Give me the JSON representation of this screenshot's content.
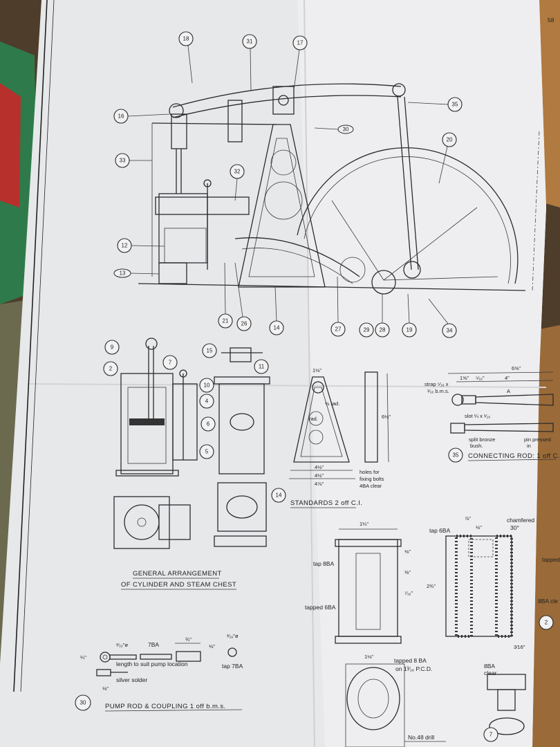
{
  "page_number": "58",
  "balloons": {
    "b18": "18",
    "b31": "31",
    "b17": "17",
    "b35": "35",
    "b16": "16",
    "b30": "30",
    "b20": "20",
    "b33": "33",
    "b32": "32",
    "b12": "12",
    "b13": "13",
    "b21": "21",
    "b26": "26",
    "b14": "14",
    "b27": "27",
    "b29": "29",
    "b28": "28",
    "b19": "19",
    "b34": "34",
    "d9": "9",
    "d7": "7",
    "d2": "2",
    "d15": "15",
    "d11": "11",
    "d10": "10",
    "d4": "4",
    "d6": "6",
    "d5": "5",
    "d14": "14",
    "d35": "35",
    "d30": "30",
    "d7b": "7",
    "d2b": "2"
  },
  "captions": {
    "general_arrangement_1": "GENERAL ARRANGEMENT",
    "general_arrangement_2": "OF CYLINDER AND STEAM CHEST",
    "standards": "STANDARDS  2 off  C.I.",
    "connecting_rod": "CONNECTING ROD:  1 off  C.I.",
    "pump_rod": "PUMP ROD & COUPLING   1 off  b.m.s."
  },
  "notes": {
    "holes_1": "holes for",
    "holes_2": "fixing bolts",
    "holes_3": "4BA clear",
    "rad_1": "½ rad.",
    "rad_2": "rad.",
    "strap_1": "strap ⁵⁄₁₆ x",
    "strap_2": "¹⁄₁₆ b.m.s.",
    "slot": "slot ¼ x ¹⁄₁₆",
    "bush_1": "split bronze",
    "bush_2": "bush.",
    "pin_1": "pin pressed",
    "pin_2": "in",
    "tap8ba": "tap 8BA",
    "tapped6ba": "tapped 6BA",
    "tapped8ba_1": "tapped 8 BA",
    "tapped8ba_2": "on 1³⁄₁₆ P.C.D.",
    "drill": "No.48 drill",
    "tap6ba": "tap 6BA",
    "chamfered_1": "chamfered",
    "chamfered_2": "30°",
    "clear8ba_1": "8BA",
    "clear8ba_2": "clear",
    "clear8ba_right": "8BA cle",
    "tapped_right": "tapped",
    "length": "length to suit pump location",
    "ba7": "7BA",
    "tap7ba": "tap 7BA",
    "silver": "silver solder",
    "A": "A"
  },
  "dims": {
    "cr_total": "6⅝\"",
    "cr_a": "1⅝\"",
    "cr_b": "⁵⁄₁₆\"",
    "cr_c": "4\"",
    "st_top": "1⅛\"",
    "st_h": "6½\"",
    "st_w1": "4⅛\"",
    "st_w2": "4½\"",
    "st_w3": "4⅞\"",
    "sc_top": "1¼\"",
    "sc_a": "⅛\"",
    "sc_b": "⅜\"",
    "sc_c": "⁷⁄₁₆\"",
    "sc_d": "1⅛\"",
    "bk_top": "⅞\"",
    "bk_a": "½\"",
    "bk_h": "2¾\"",
    "bk_b": "3⁄16\"",
    "pr_a": "³⁄₃₂\"ø",
    "pr_b": "¾\"",
    "pr_c": "⅛\"",
    "pr_d": "³⁄₁₆\"ø",
    "pr_e": "¼\"",
    "pr_f": "⅛\""
  }
}
